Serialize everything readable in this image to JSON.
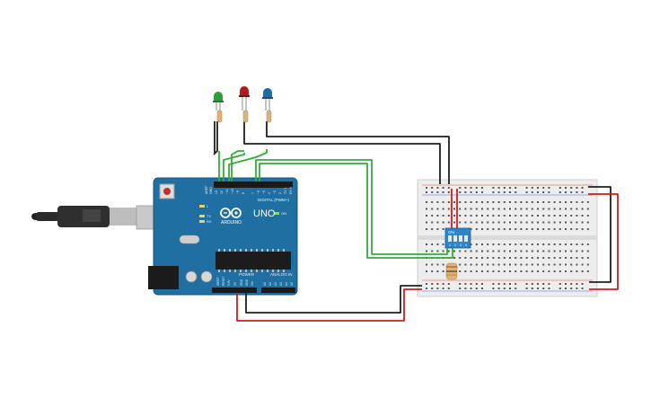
{
  "arduino": {
    "logo_text": "ARDUINO",
    "model": "UNO",
    "digital_label": "DIGITAL (PWM~)",
    "power_label": "POWER",
    "analog_label": "ANALOG IN",
    "tx_label": "TX",
    "rx_label": "RX",
    "l_label": "L",
    "on_label": "ON",
    "aref_label": "AREF",
    "gnd_label": "GND",
    "digital_pins": [
      "13",
      "12",
      "~11",
      "~10",
      "~9",
      "8",
      "7",
      "~6",
      "~5",
      "4",
      "~3",
      "2",
      "TX 1",
      "RX 0"
    ],
    "power_pins": [
      "IOREF",
      "RESET",
      "3.3V",
      "5V",
      "GND",
      "GND",
      "Vin"
    ],
    "analog_pins": [
      "A0",
      "A1",
      "A2",
      "A3",
      "A4",
      "A5"
    ]
  },
  "dip_switch": {
    "on_label": "ON",
    "numbers": [
      "1",
      "2",
      "3",
      "4"
    ]
  },
  "leds": [
    {
      "color": "#2e9e3a"
    },
    {
      "color": "#b01a1a"
    },
    {
      "color": "#1c6fa0"
    }
  ],
  "colors": {
    "board": "#1f6fa3",
    "wire_green": "#2fae38",
    "wire_red": "#d01c1c",
    "wire_black": "#1e1e1e",
    "breadboard": "#ededed"
  }
}
